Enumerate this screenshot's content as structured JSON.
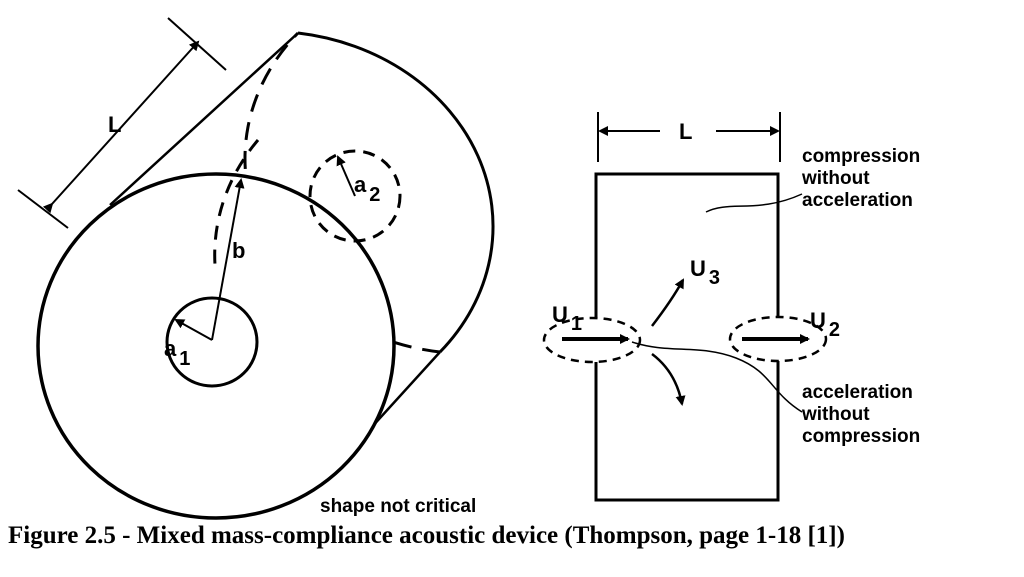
{
  "diagram": {
    "left": {
      "length_label": "L",
      "radius_label": "b",
      "inner_port_label": {
        "base": "a",
        "sub": "1"
      },
      "outer_port_label": {
        "base": "a",
        "sub": "2"
      },
      "shape_note": "shape not critical"
    },
    "right": {
      "length_label": "L",
      "upper_note": [
        "compression",
        "without",
        "acceleration"
      ],
      "lower_note": [
        "acceleration",
        "without",
        "compression"
      ],
      "flow_labels": [
        {
          "base": "U",
          "sub": "1"
        },
        {
          "base": "U",
          "sub": "2"
        },
        {
          "base": "U",
          "sub": "3"
        }
      ]
    }
  },
  "caption": "Figure 2.5 - Mixed mass-compliance acoustic device (Thompson, page 1-18 [1])",
  "colors": {
    "ink": "#000000",
    "background": "#ffffff"
  }
}
